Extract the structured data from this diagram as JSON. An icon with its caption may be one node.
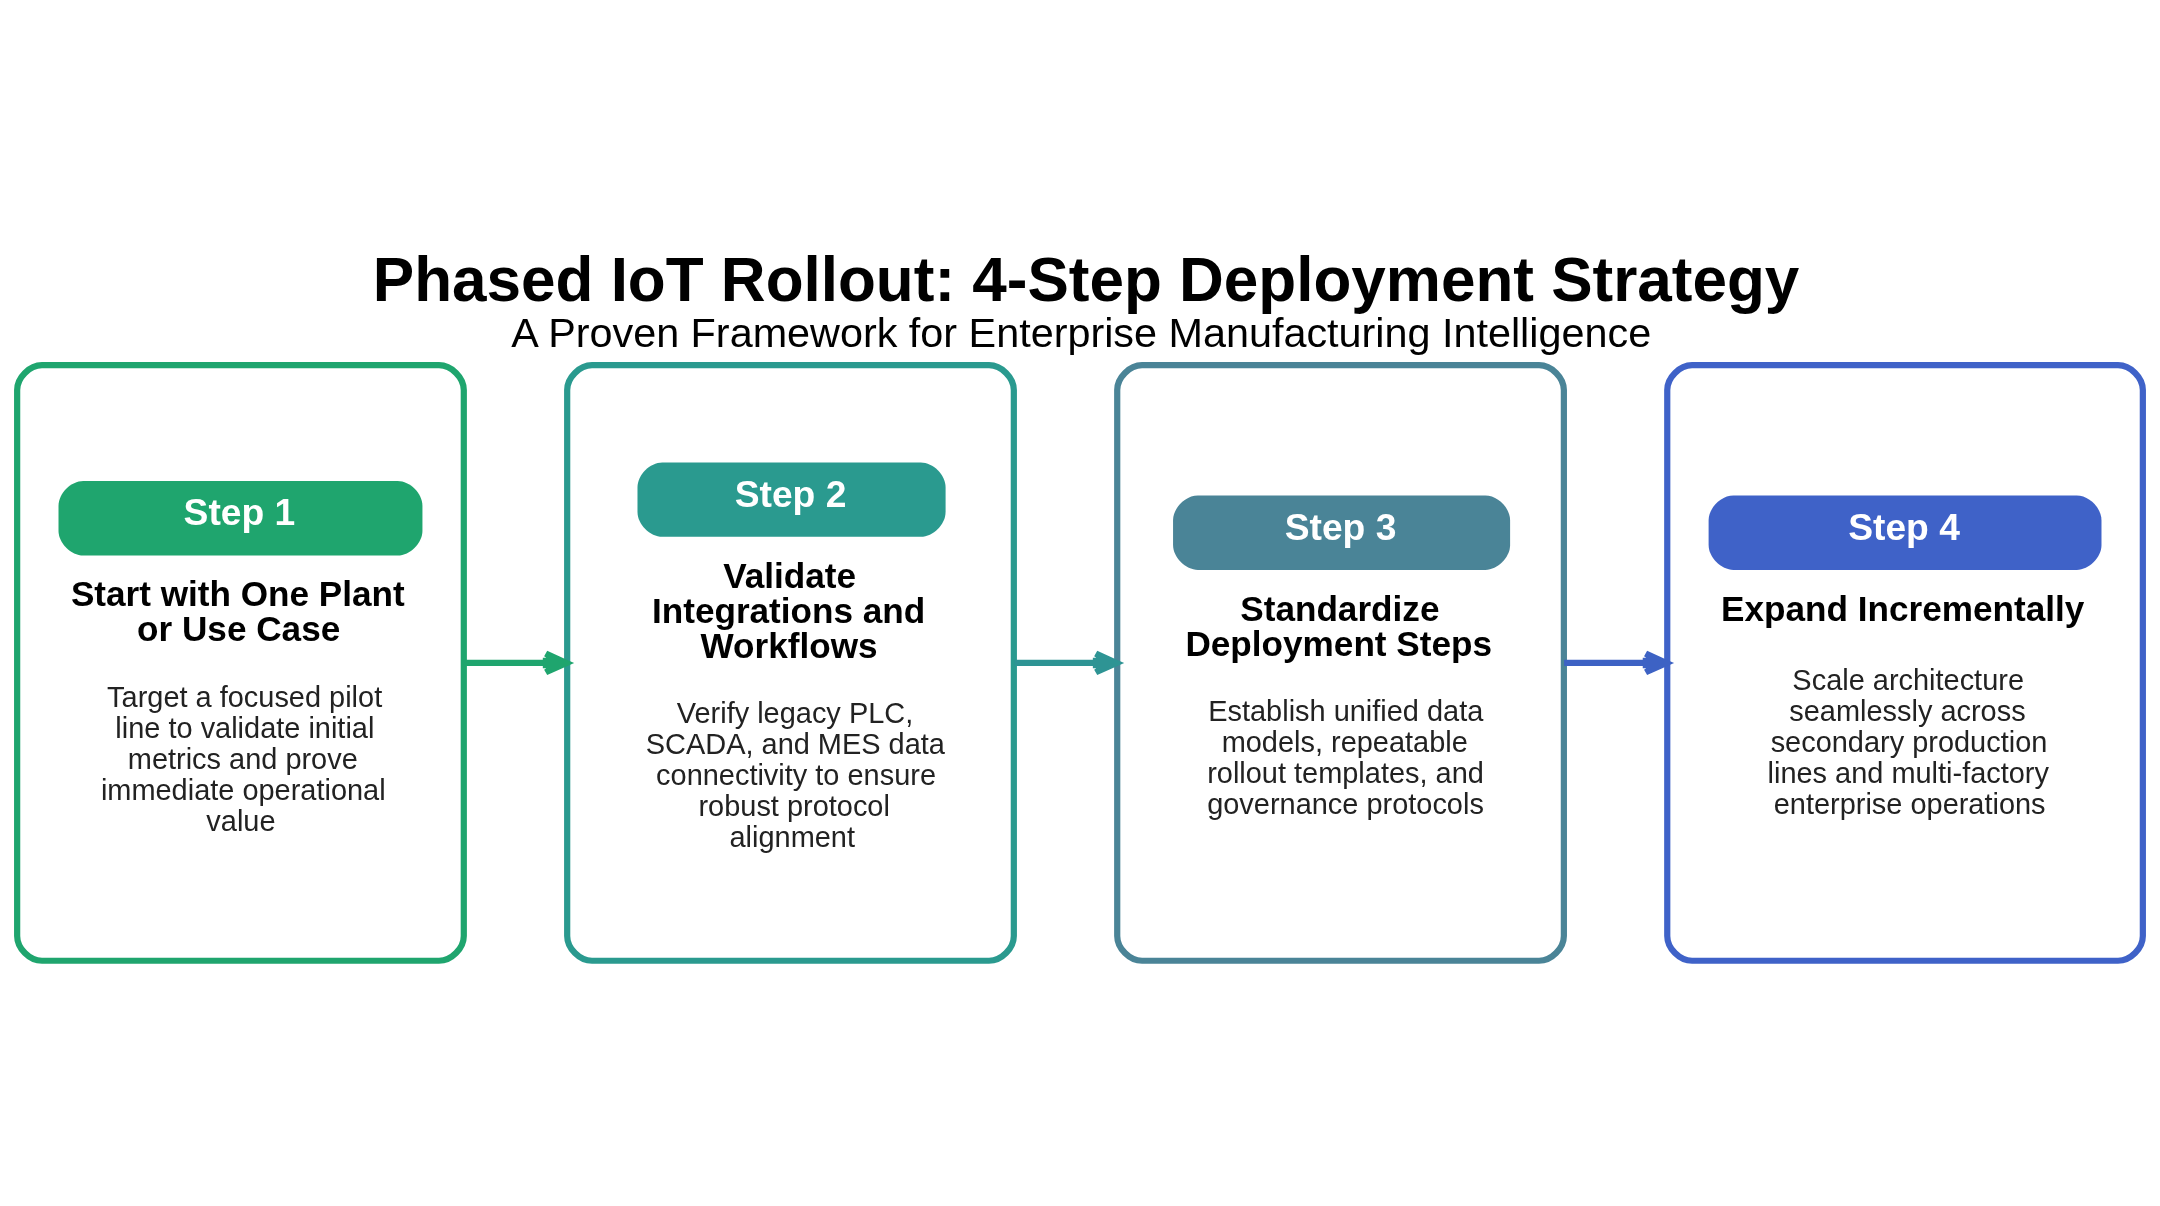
{
  "diagram": {
    "title": "Phased IoT Rollout: 4-Step Deployment Strategy",
    "caption": "A Proven Framework for Enterprise Manufacturing Intelligence",
    "nodes": [
      {
        "text": [
          "Step 1",
          "Start with One Plant or Use Case",
          "Target a focused pilot line to validate initial metrics and prove immediate operational value"
        ]
      },
      {
        "text": [
          "Step 2",
          "Validate Integrations and Workflows",
          "Verify legacy PLC, SCADA, and MES data connectivity to ensure robust protocol alignment"
        ]
      },
      {
        "text": [
          "Step 3",
          "Standardize Deployment Steps",
          "Establish unified data models, repeatable rollout templates, and governance protocols"
        ]
      },
      {
        "text": [
          "Step 4",
          "Expand Incrementally",
          "Scale architecture seamlessly across secondary production lines and multi-factory enterprise operations"
        ]
      }
    ],
    "edges": [
      {
        "from": 0,
        "to": 1,
        "arrow": "to",
        "color": "#1fa56e"
      },
      {
        "from": 1,
        "to": 2,
        "arrow": "to",
        "color": "#2e9494"
      },
      {
        "from": 2,
        "to": 3,
        "arrow": "to",
        "color": "#3d62c4"
      }
    ]
  }
}
